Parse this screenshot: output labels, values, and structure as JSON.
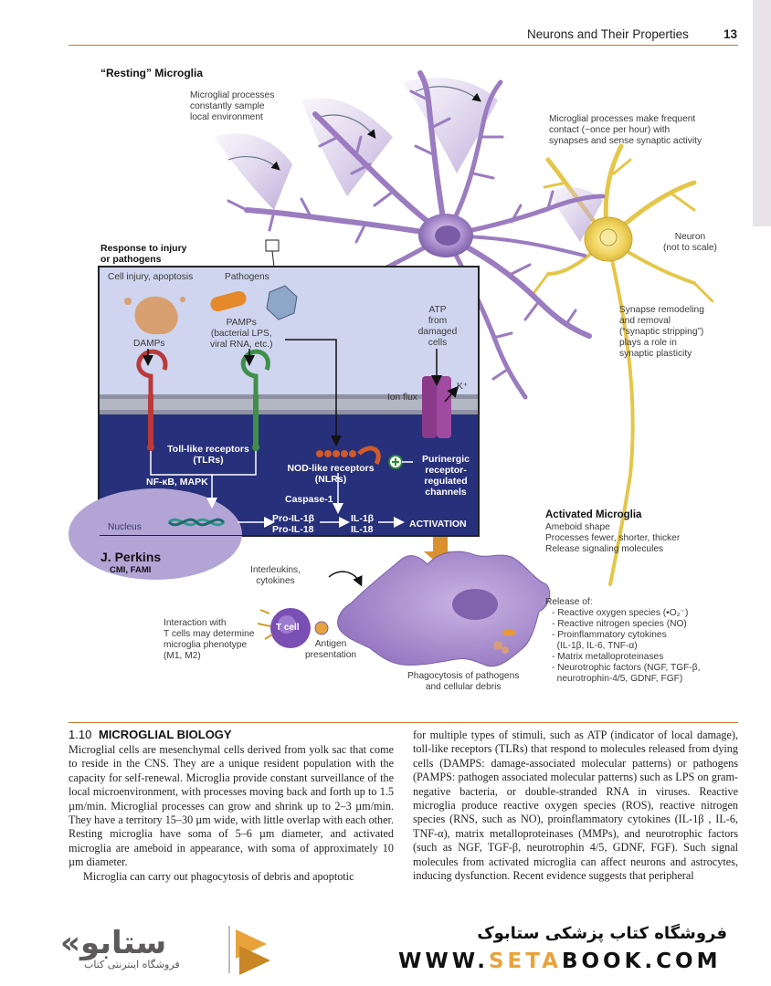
{
  "header": {
    "running_title": "Neurons and Their Properties",
    "page_number": "13"
  },
  "figure": {
    "resting_title": "“Resting” Microglia",
    "label_processes_sample": "Microglial processes\nconstantly sample\nlocal environment",
    "label_processes_contact": "Microglial processes make frequent\ncontact (~once per hour) with\nsynapses and sense synaptic activity",
    "label_neuron": "Neuron\n(not to scale)",
    "label_synapse": "Synapse remodeling\nand removal\n(“synaptic stripping”)\nplays a role in\nsynaptic plasticity",
    "label_response": "Response to injury\nor pathogens",
    "inset": {
      "cell_injury": "Cell injury, apoptosis",
      "pathogens": "Pathogens",
      "damps": "DAMPs",
      "pamps": "PAMPs\n(bacterial LPS,\nviral RNA, etc.)",
      "atp": "ATP\nfrom\ndamaged\ncells",
      "ion_flux": "Ion flux",
      "k_plus": "K⁺",
      "tlr": "Toll-like receptors\n(TLRs)",
      "nfkb": "NF-κB, MAPK",
      "nlr": "NOD-like receptors\n(NLRs)",
      "purinergic": "Purinergic\nreceptor-\nregulated\nchannels",
      "caspase": "Caspase-1",
      "pro_il": "Pro-IL-1β\nPro-IL-18",
      "il": "IL-1β\nIL-18",
      "activation": "ACTIVATION",
      "nucleus": "Nucleus"
    },
    "signature_name": "J. Perkins",
    "signature_credentials": "CMI, FAMI",
    "activated_title": "Activated Microglia",
    "activated_desc": "Ameboid shape\nProcesses fewer, shorter, thicker\nRelease signaling molecules",
    "label_interleukins": "Interleukins,\ncytokines",
    "label_t_interaction": "Interaction with\nT cells may determine\nmicroglia phenotype\n(M1, M2)",
    "t_cell": "T cell",
    "antigen": "Antigen\npresentation",
    "phagocytosis": "Phagocytosis of pathogens\nand cellular debris",
    "release_title": "Release of:",
    "release_items": [
      "- Reactive oxygen species (•O₂⁻)",
      "- Reactive nitrogen species (NO)",
      "- Proinflammatory cytokines",
      "  (IL-1β, IL-6, TNF-α)",
      "- Matrix metalloproteinases",
      "- Neurotrophic factors (NGF, TGF-β,",
      "  neurotrophin-4/5, GDNF, FGF)"
    ]
  },
  "section": {
    "number": "1.10",
    "title": "MICROGLIAL BIOLOGY",
    "left_para1": "Microglial cells are mesenchymal cells derived from yolk sac that come to reside in the CNS. They are a unique resident population with the capacity for self-renewal. Microglia provide constant surveillance of the local microenvironment, with processes moving back and forth up to 1.5 µm/min. Microglial processes can grow and shrink up to 2–3 µm/min. They have a territory 15–30 µm wide, with little overlap with each other. Resting microglia have soma of 5–6 µm diameter, and activated microglia are ameboid in appearance, with soma of approximately 10 µm diameter.",
    "left_para2": "Microglia can carry out phagocytosis of debris and apoptotic",
    "right_para": "for multiple types of stimuli, such as ATP (indicator of local damage), toll-like receptors (TLRs) that respond to molecules released from dying cells (DAMPS: damage-associated molecular patterns) or pathogens (PAMPS: pathogen associated molecular patterns) such as LPS on gram-negative bacteria, or double-stranded RNA in viruses. Reactive microglia produce reactive oxygen species (ROS), reactive nitrogen species (RNS, such as NO), proinflammatory cytokines (IL-1β , IL-6, TNF-α), matrix metalloproteinases (MMPs), and neurotrophic factors (such as NGF, TGF-β, neurotrophin 4/5, GDNF, FGF). Such signal molecules from activated microglia can affect neurons and astrocytes, inducing dysfunction. Recent evidence suggests that peripheral"
  },
  "banner": {
    "store_name": "فروشگاه کتاب پزشکی ستابوک",
    "url_prefix": "WWW.",
    "url_accent": "SETA",
    "url_suffix": "BOOK.COM",
    "logo_tagline": "فروشگاه اینترنتی کتاب"
  },
  "colors": {
    "accent_orange": "#c9752f",
    "microglia_purple": "#9b7cc0",
    "inset_bg": "#cfd5ee",
    "cytoplasm_navy": "#27307a",
    "neuron_yellow": "#e9cf52",
    "banner_gold": "#e8a33d"
  }
}
